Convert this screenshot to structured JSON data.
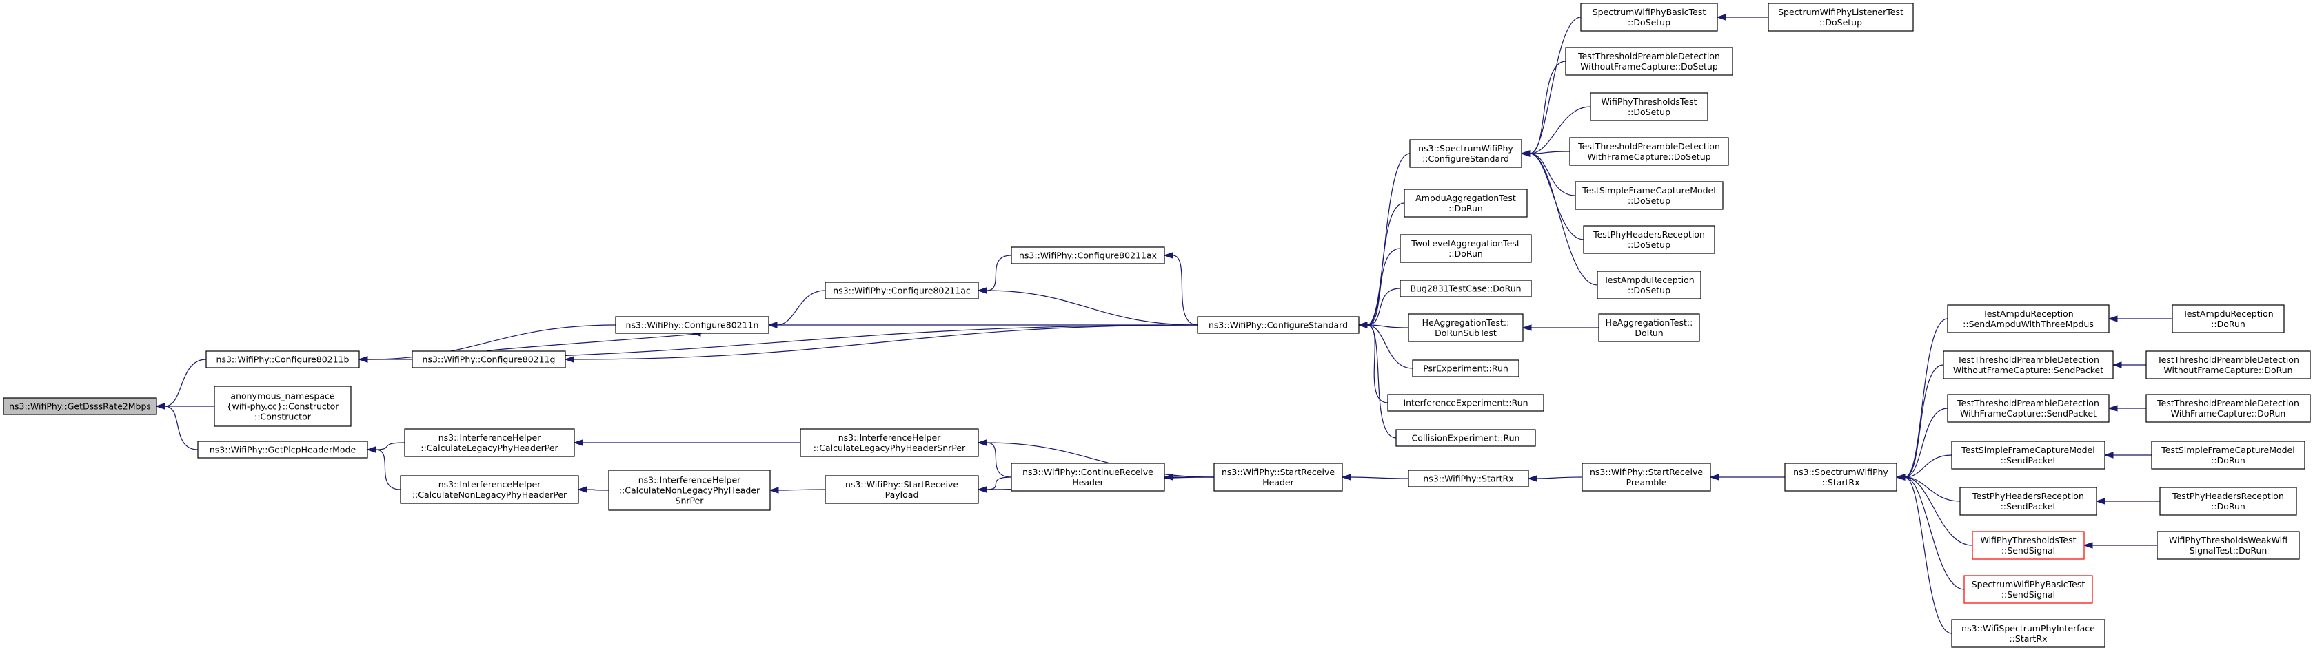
{
  "nodes": [
    {
      "id": "root",
      "lines": [
        "ns3::WifiPhy::GetDsssRate2Mbps"
      ],
      "style": "root"
    },
    {
      "id": "c80211b",
      "lines": [
        "ns3::WifiPhy::Configure80211b"
      ]
    },
    {
      "id": "anon",
      "lines": [
        "anonymous_namespace",
        "{wifi-phy.cc}::Constructor",
        "::Constructor"
      ]
    },
    {
      "id": "getplcp",
      "lines": [
        "ns3::WifiPhy::GetPlcpHeaderMode"
      ]
    },
    {
      "id": "c80211n",
      "lines": [
        "ns3::WifiPhy::Configure80211n"
      ]
    },
    {
      "id": "c80211g",
      "lines": [
        "ns3::WifiPhy::Configure80211g"
      ]
    },
    {
      "id": "c80211ac",
      "lines": [
        "ns3::WifiPhy::Configure80211ac"
      ]
    },
    {
      "id": "c80211ax",
      "lines": [
        "ns3::WifiPhy::Configure80211ax"
      ]
    },
    {
      "id": "cfgstd",
      "lines": [
        "ns3::WifiPhy::ConfigureStandard"
      ]
    },
    {
      "id": "ihlegper",
      "lines": [
        "ns3::InterferenceHelper",
        "::CalculateLegacyPhyHeaderPer"
      ]
    },
    {
      "id": "ihnonlegper",
      "lines": [
        "ns3::InterferenceHelper",
        "::CalculateNonLegacyPhyHeaderPer"
      ]
    },
    {
      "id": "ihlegsnr",
      "lines": [
        "ns3::InterferenceHelper",
        "::CalculateLegacyPhyHeaderSnrPer"
      ]
    },
    {
      "id": "ihnonlegsnr",
      "lines": [
        "ns3::InterferenceHelper",
        "::CalculateNonLegacyPhyHeader",
        "SnrPer"
      ]
    },
    {
      "id": "contrecv",
      "lines": [
        "ns3::WifiPhy::ContinueReceive",
        "Header"
      ]
    },
    {
      "id": "startpayload",
      "lines": [
        "ns3::WifiPhy::StartReceive",
        "Payload"
      ]
    },
    {
      "id": "startheader",
      "lines": [
        "ns3::WifiPhy::StartReceive",
        "Header"
      ]
    },
    {
      "id": "startrx",
      "lines": [
        "ns3::WifiPhy::StartRx"
      ]
    },
    {
      "id": "startpreamble",
      "lines": [
        "ns3::WifiPhy::StartReceive",
        "Preamble"
      ]
    },
    {
      "id": "specstartrx",
      "lines": [
        "ns3::SpectrumWifiPhy",
        "::StartRx"
      ]
    },
    {
      "id": "speccfgstd",
      "lines": [
        "ns3::SpectrumWifiPhy",
        "::ConfigureStandard"
      ]
    },
    {
      "id": "ampduagg",
      "lines": [
        "AmpduAggregationTest",
        "::DoRun"
      ]
    },
    {
      "id": "twolevel",
      "lines": [
        "TwoLevelAggregationTest",
        "::DoRun"
      ]
    },
    {
      "id": "bug2831",
      "lines": [
        "Bug2831TestCase::DoRun"
      ]
    },
    {
      "id": "heaggsub",
      "lines": [
        "HeAggregationTest::",
        "DoRunSubTest"
      ]
    },
    {
      "id": "psr",
      "lines": [
        "PsrExperiment::Run"
      ]
    },
    {
      "id": "interf",
      "lines": [
        "InterferenceExperiment::Run"
      ]
    },
    {
      "id": "collision",
      "lines": [
        "CollisionExperiment::Run"
      ]
    },
    {
      "id": "heaggrun",
      "lines": [
        "HeAggregationTest::",
        "DoRun"
      ]
    },
    {
      "id": "swpbasicsetup",
      "lines": [
        "SpectrumWifiPhyBasicTest",
        "::DoSetup"
      ]
    },
    {
      "id": "swplistener",
      "lines": [
        "SpectrumWifiPhyListenerTest",
        "::DoSetup"
      ]
    },
    {
      "id": "ttpdwithout",
      "lines": [
        "TestThresholdPreambleDetection",
        "WithoutFrameCapture::DoSetup"
      ]
    },
    {
      "id": "wpthreshsetup",
      "lines": [
        "WifiPhyThresholdsTest",
        "::DoSetup"
      ]
    },
    {
      "id": "ttpdwith",
      "lines": [
        "TestThresholdPreambleDetection",
        "WithFrameCapture::DoSetup"
      ]
    },
    {
      "id": "tsfcsetup",
      "lines": [
        "TestSimpleFrameCaptureModel",
        "::DoSetup"
      ]
    },
    {
      "id": "tphrsetup",
      "lines": [
        "TestPhyHeadersReception",
        "::DoSetup"
      ]
    },
    {
      "id": "tarsetup",
      "lines": [
        "TestAmpduReception",
        "::DoSetup"
      ]
    },
    {
      "id": "tarsend",
      "lines": [
        "TestAmpduReception",
        "::SendAmpduWithThreeMpdus"
      ]
    },
    {
      "id": "ttpdwithoutsend",
      "lines": [
        "TestThresholdPreambleDetection",
        "WithoutFrameCapture::SendPacket"
      ]
    },
    {
      "id": "ttpdwithsend",
      "lines": [
        "TestThresholdPreambleDetection",
        "WithFrameCapture::SendPacket"
      ]
    },
    {
      "id": "tsfcsend",
      "lines": [
        "TestSimpleFrameCaptureModel",
        "::SendPacket"
      ]
    },
    {
      "id": "tphrsend",
      "lines": [
        "TestPhyHeadersReception",
        "::SendPacket"
      ]
    },
    {
      "id": "wptsendsig",
      "lines": [
        "WifiPhyThresholdsTest",
        "::SendSignal"
      ],
      "style": "red"
    },
    {
      "id": "swpbsendsig",
      "lines": [
        "SpectrumWifiPhyBasicTest",
        "::SendSignal"
      ],
      "style": "red"
    },
    {
      "id": "wspistartrx",
      "lines": [
        "ns3::WifiSpectrumPhyInterface",
        "::StartRx"
      ]
    },
    {
      "id": "tarrun",
      "lines": [
        "TestAmpduReception",
        "::DoRun"
      ]
    },
    {
      "id": "ttpdwithoutrun",
      "lines": [
        "TestThresholdPreambleDetection",
        "WithoutFrameCapture::DoRun"
      ]
    },
    {
      "id": "ttpdwithrun",
      "lines": [
        "TestThresholdPreambleDetection",
        "WithFrameCapture::DoRun"
      ]
    },
    {
      "id": "tsfcrun",
      "lines": [
        "TestSimpleFrameCaptureModel",
        "::DoRun"
      ]
    },
    {
      "id": "tphrrun",
      "lines": [
        "TestPhyHeadersReception",
        "::DoRun"
      ]
    },
    {
      "id": "wptweakrun",
      "lines": [
        "WifiPhyThresholdsWeakWifi",
        "SignalTest::DoRun"
      ]
    }
  ],
  "edges": [
    [
      "c80211b",
      "root"
    ],
    [
      "anon",
      "root"
    ],
    [
      "getplcp",
      "root"
    ],
    [
      "c80211n",
      "c80211b"
    ],
    [
      "c80211g",
      "c80211b"
    ],
    [
      "cfgstd",
      "c80211b"
    ],
    [
      "ihlegper",
      "getplcp"
    ],
    [
      "ihnonlegper",
      "getplcp"
    ],
    [
      "c80211ac",
      "c80211n"
    ],
    [
      "c80211g",
      "c80211n"
    ],
    [
      "cfgstd",
      "c80211n"
    ],
    [
      "cfgstd",
      "c80211g"
    ],
    [
      "c80211ax",
      "c80211ac"
    ],
    [
      "cfgstd",
      "c80211ac"
    ],
    [
      "cfgstd",
      "c80211ax"
    ],
    [
      "speccfgstd",
      "cfgstd"
    ],
    [
      "ampduagg",
      "cfgstd"
    ],
    [
      "twolevel",
      "cfgstd"
    ],
    [
      "bug2831",
      "cfgstd"
    ],
    [
      "heaggsub",
      "cfgstd"
    ],
    [
      "psr",
      "cfgstd"
    ],
    [
      "interf",
      "cfgstd"
    ],
    [
      "collision",
      "cfgstd"
    ],
    [
      "heaggrun",
      "heaggsub"
    ],
    [
      "swpbasicsetup",
      "speccfgstd"
    ],
    [
      "ttpdwithout",
      "speccfgstd"
    ],
    [
      "wpthreshsetup",
      "speccfgstd"
    ],
    [
      "ttpdwith",
      "speccfgstd"
    ],
    [
      "tsfcsetup",
      "speccfgstd"
    ],
    [
      "tphrsetup",
      "speccfgstd"
    ],
    [
      "tarsetup",
      "speccfgstd"
    ],
    [
      "swplistener",
      "swpbasicsetup"
    ],
    [
      "ihlegsnr",
      "ihlegper"
    ],
    [
      "ihnonlegsnr",
      "ihnonlegper"
    ],
    [
      "contrecv",
      "ihlegsnr"
    ],
    [
      "startheader",
      "ihlegsnr"
    ],
    [
      "startpayload",
      "ihnonlegsnr"
    ],
    [
      "contrecv",
      "startpayload"
    ],
    [
      "startheader",
      "startpayload"
    ],
    [
      "startheader",
      "contrecv"
    ],
    [
      "startrx",
      "startheader"
    ],
    [
      "startpreamble",
      "startrx"
    ],
    [
      "specstartrx",
      "startpreamble"
    ],
    [
      "tarsend",
      "specstartrx"
    ],
    [
      "ttpdwithoutsend",
      "specstartrx"
    ],
    [
      "ttpdwithsend",
      "specstartrx"
    ],
    [
      "tsfcsend",
      "specstartrx"
    ],
    [
      "tphrsend",
      "specstartrx"
    ],
    [
      "wptsendsig",
      "specstartrx"
    ],
    [
      "swpbsendsig",
      "specstartrx"
    ],
    [
      "wspistartrx",
      "specstartrx"
    ],
    [
      "tarrun",
      "tarsend"
    ],
    [
      "ttpdwithoutrun",
      "ttpdwithoutsend"
    ],
    [
      "ttpdwithrun",
      "ttpdwithsend"
    ],
    [
      "tsfcrun",
      "tsfcsend"
    ],
    [
      "tphrrun",
      "tphrsend"
    ],
    [
      "wptweakrun",
      "wptsendsig"
    ]
  ]
}
